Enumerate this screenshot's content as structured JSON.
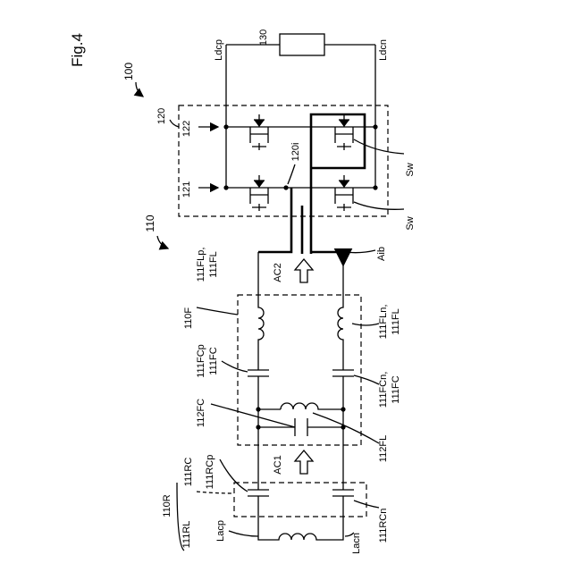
{
  "figure": {
    "title": "Fig.4",
    "labels": {
      "system": "100",
      "converter": "110",
      "bridge": "120",
      "load": "130",
      "ldcp": "Ldcp",
      "ldcn": "Ldcn",
      "arm_upper": "122",
      "arm_lower": "121",
      "bridge_input": "120i",
      "sw_upper": "Sw",
      "sw_lower": "Sw",
      "aib": "Aib",
      "ac2": "AC2",
      "ac1": "AC1",
      "filter": "110F",
      "flp_1": "111FLp,",
      "flp_2": "111FL",
      "fln_1": "111FLn,",
      "fln_2": "111FL",
      "fcp_1": "111FCp",
      "fcp_2": "111FC",
      "fcn_1": "111FCn,",
      "fcn_2": "111FC",
      "fc_112": "112FC",
      "fl_112": "112FL",
      "rcp_1": "111RCp",
      "rc_1": "111RC",
      "rn_1": "110R",
      "rl": "111RL",
      "rcn": "111RCn",
      "lacp": "Lacp",
      "lacn": "Lacn"
    }
  }
}
